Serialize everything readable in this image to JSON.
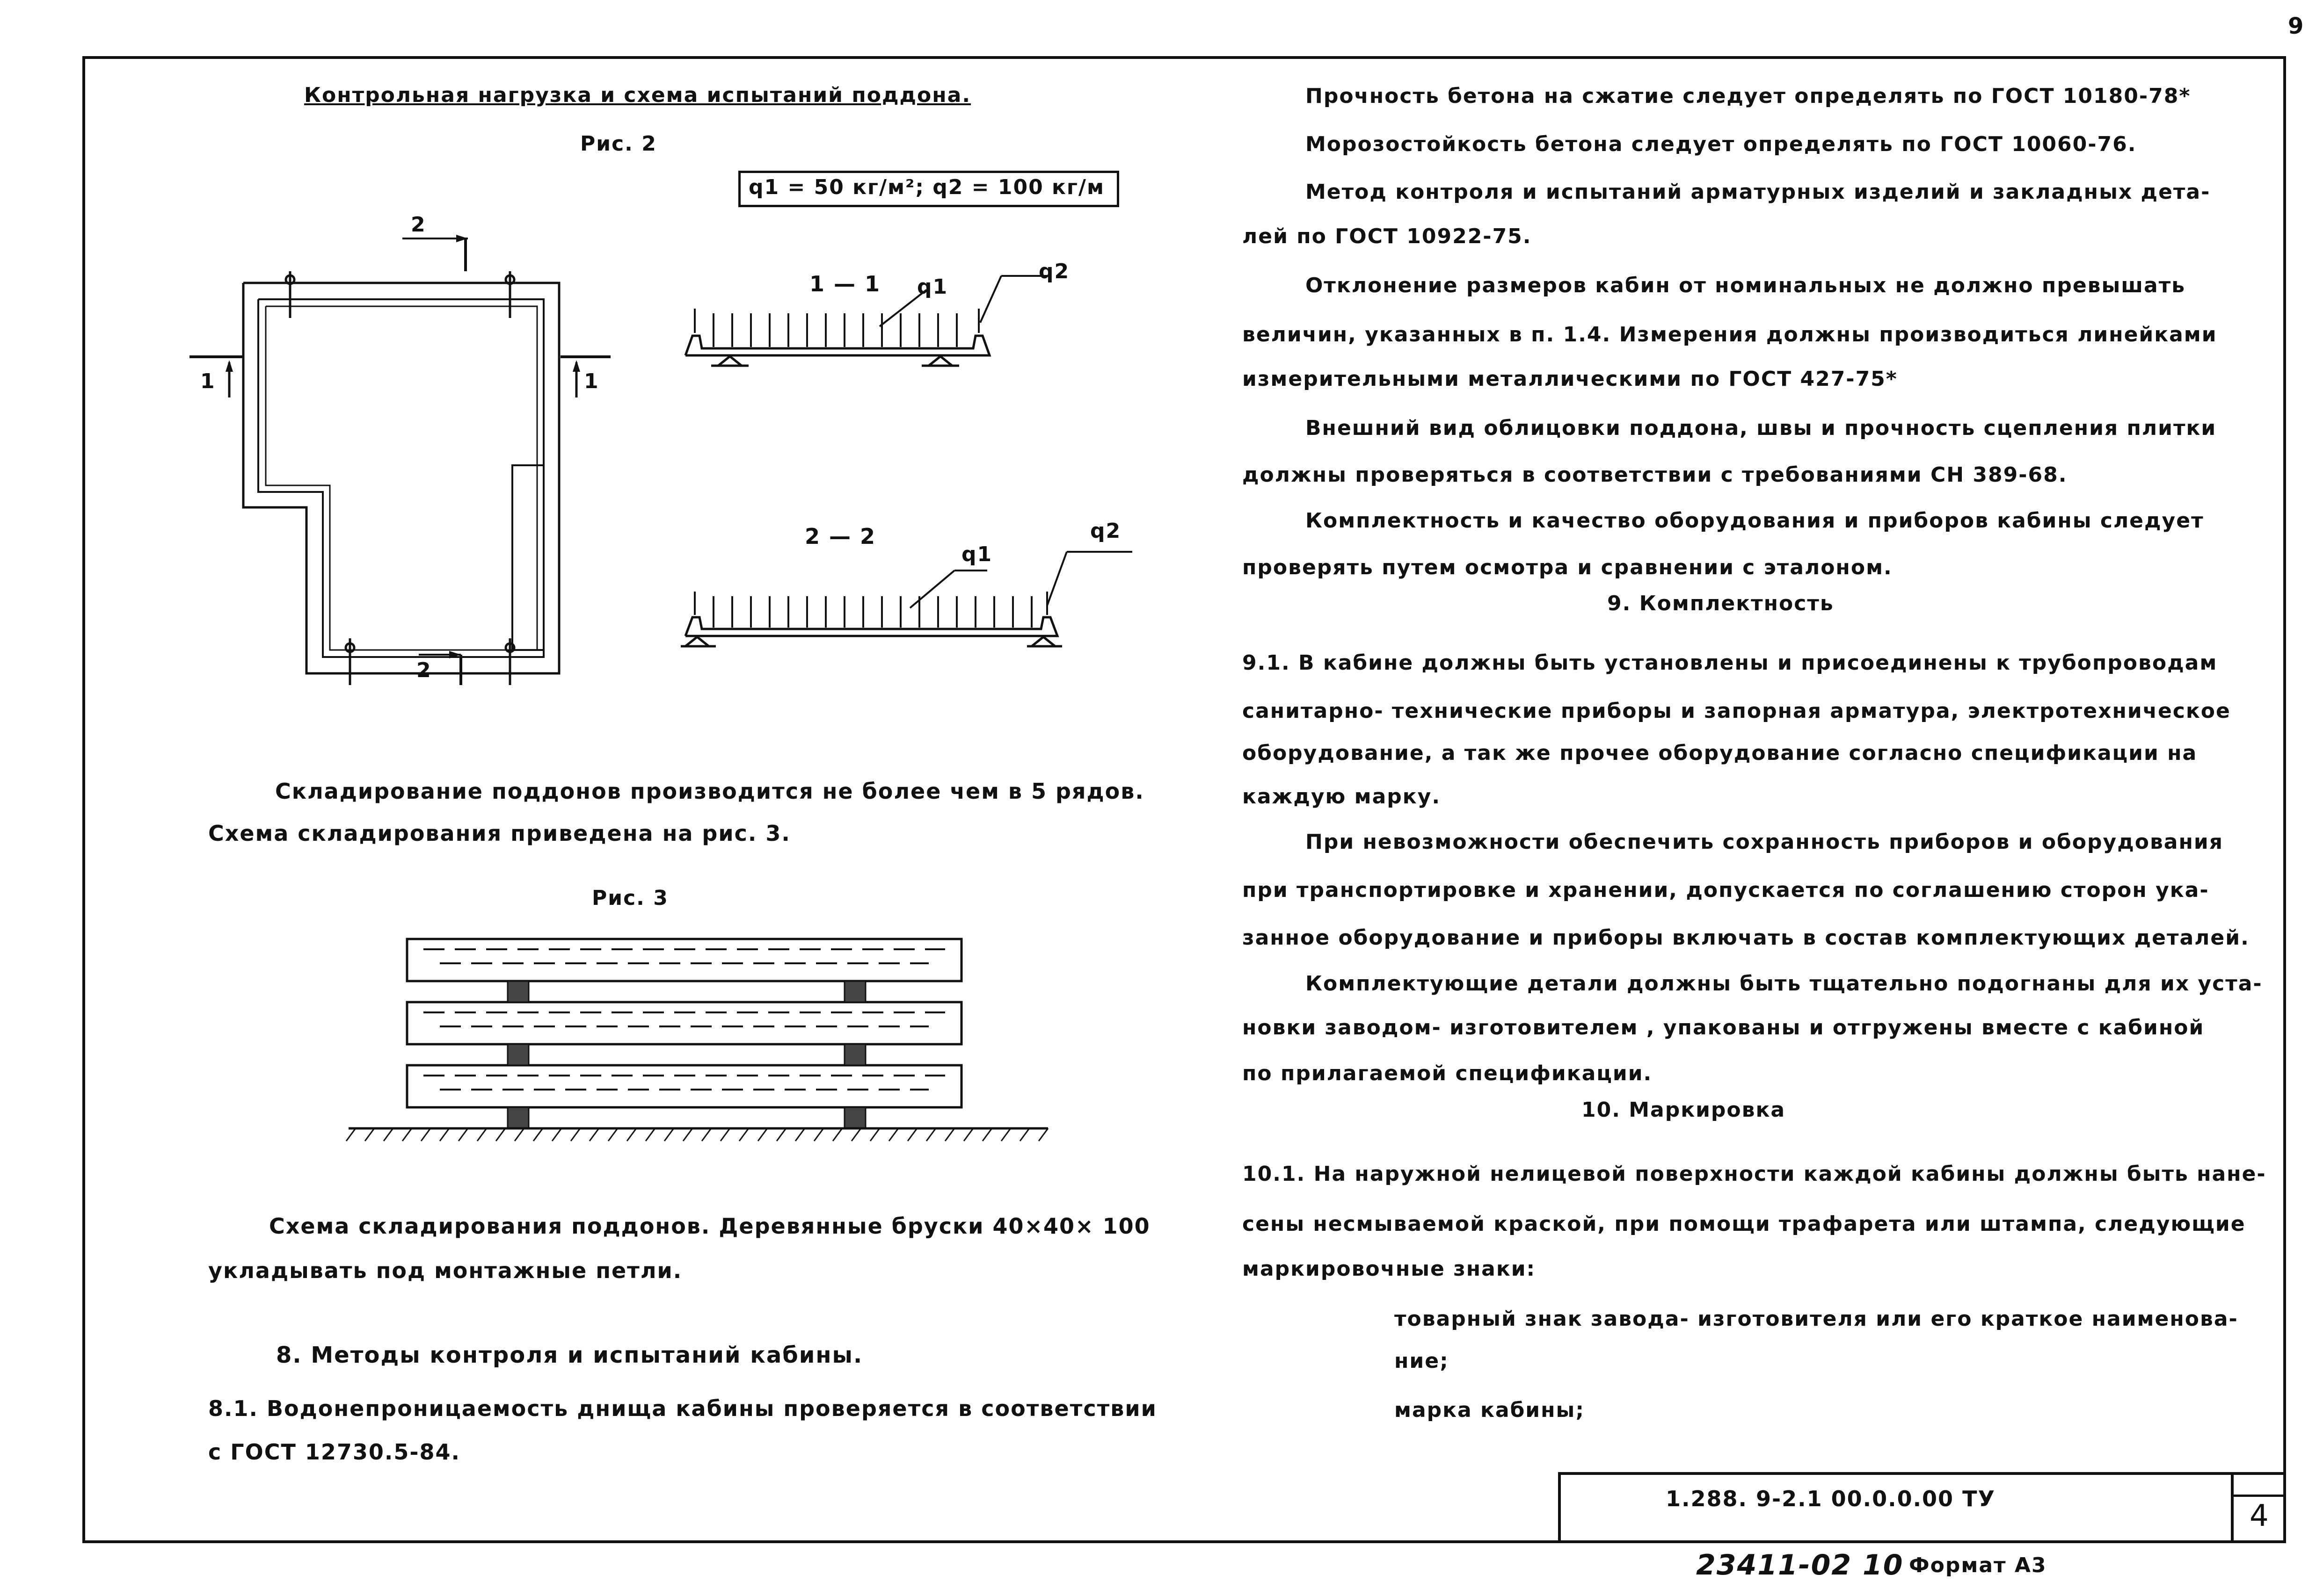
{
  "page_number": "9",
  "left": {
    "fig_title": "Контрольная нагрузка и схема испытаний поддона.",
    "fig2_label": "Рис. 2",
    "load_formula": "q1 = 50 кг/м²;     q2 = 100 кг/м",
    "section_1_1": "1 — 1",
    "section_2_2": "2 — 2",
    "q1": "q1",
    "q2": "q2",
    "cut_1": "1",
    "cut_2": "2",
    "storage_line1": "Складирование поддонов производится  не более чем  в 5 рядов.",
    "storage_line2": "Схема складирования приведена на рис. 3.",
    "fig3_label": "Рис. 3",
    "scheme_line1": "Схема складирования поддонов. Деревянные  бруски  40×40× 100",
    "scheme_line2": "укладывать  под  монтажные  петли.",
    "sec8_title": "8. Методы  контроля  и испытаний  кабины.",
    "sec8_1_line1": "8.1. Водонепроницаемость  днища  кабины  проверяется  в  соответствии",
    "sec8_1_line2": "с ГОСТ 12730.5-84."
  },
  "right": {
    "lines": [
      "Прочность  бетона  на  сжатие  следует  определять  по  ГОСТ 10180-78*",
      "Морозостойкость  бетона  следует  определять  по  ГОСТ  10060-76.",
      "Метод  контроля  и испытаний  арматурных  изделий  и  закладных  дета-",
      "лей  по ГОСТ  10922-75.",
      "Отклонение  размеров  кабин  от  номинальных  не  должно  превышать",
      "величин, указанных  в  п. 1.4.  Измерения  должны  производиться  линейками",
      "измерительными  металлическими  по  ГОСТ 427-75*",
      "Внешний  вид  облицовки  поддона, швы  и  прочность  сцепления  плитки",
      "должны  проверяться  в соответствии  с требованиями  СН 389-68.",
      "Комплектность  и качество  оборудования  и приборов  кабины  следует",
      "проверять  путем  осмотра  и сравнении  с эталоном."
    ],
    "sec9_title": "9. Комплектность",
    "sec9_lines": [
      "9.1. В кабине  должны  быть  установлены  и присоединены  к трубопроводам",
      "санитарно- технические  приборы  и запорная  арматура, электротехническое",
      "оборудование, а так же  прочее  оборудование  согласно  спецификации  на",
      "каждую  марку.",
      "При невозможности  обеспечить  сохранность  приборов  и оборудования",
      "при транспортировке  и хранении, допускается  по  соглашению  сторон  ука-",
      "занное  оборудование  и приборы  включать  в состав  комплектующих  деталей.",
      "Комплектующие  детали  должны  быть  тщательно  подогнаны  для  их  уста-",
      "новки  заводом- изготовителем , упакованы  и отгружены  вместе с кабиной",
      "по  прилагаемой  спецификации."
    ],
    "sec10_title": "10. Маркировка",
    "sec10_lines": [
      "10.1. На наружной  нелицевой  поверхности  каждой  кабины  должны  быть  нане-",
      "сены  несмываемой  краской,  при  помощи  трафарета  или штампа, следующие",
      "маркировочные  знаки:"
    ],
    "sec10_items": [
      "товарный  знак  завода- изготовителя  или  его  краткое  наименова-",
      "ние;",
      "марка  кабины;"
    ]
  },
  "stamp": {
    "code": "1.288. 9-2.1  00.0.0.00 ТУ",
    "sheet": "4"
  },
  "footer": {
    "inventory": "23411-02 10",
    "format": "Формат  А3"
  }
}
